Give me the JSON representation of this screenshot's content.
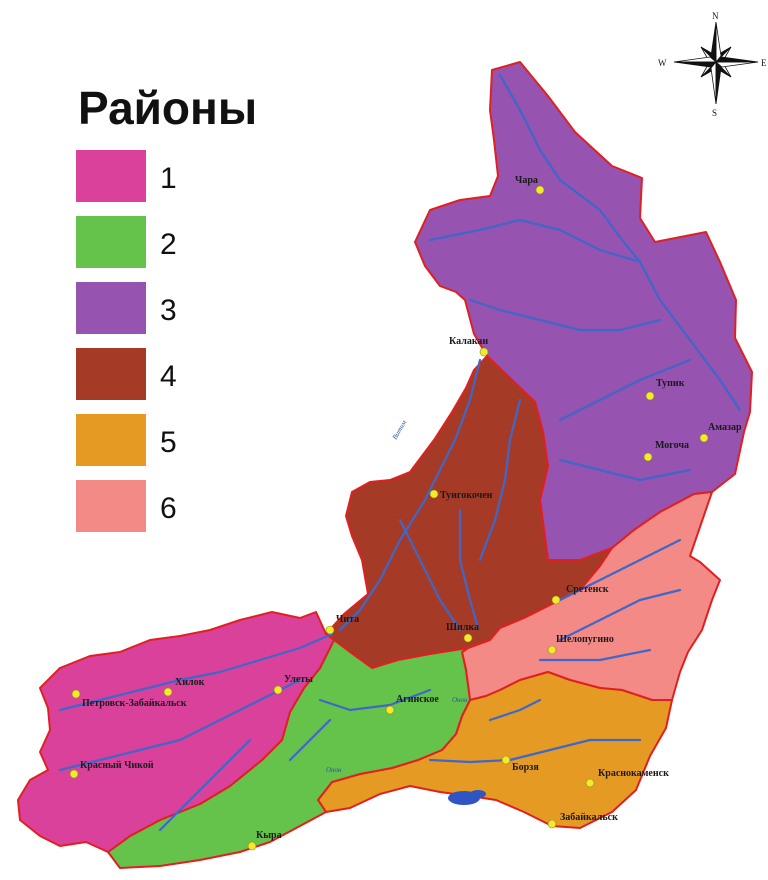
{
  "legend": {
    "title": "Районы",
    "items": [
      {
        "label": "1",
        "color": "#d9419b"
      },
      {
        "label": "2",
        "color": "#65c24a"
      },
      {
        "label": "3",
        "color": "#9653b0"
      },
      {
        "label": "4",
        "color": "#a53b26"
      },
      {
        "label": "5",
        "color": "#e59a23"
      },
      {
        "label": "6",
        "color": "#f38a86"
      }
    ]
  },
  "compass": {
    "north": "N",
    "south": "S",
    "west": "W",
    "east": "E"
  },
  "cities": [
    {
      "name": "Чара"
    },
    {
      "name": "Калакан"
    },
    {
      "name": "Тупик"
    },
    {
      "name": "Могоча"
    },
    {
      "name": "Амазар"
    },
    {
      "name": "Тунгокочен"
    },
    {
      "name": "Сретенск"
    },
    {
      "name": "Чита"
    },
    {
      "name": "Шилка"
    },
    {
      "name": "Шелопугино"
    },
    {
      "name": "Хилок"
    },
    {
      "name": "Улеты"
    },
    {
      "name": "Петровск-Забайкальск"
    },
    {
      "name": "Агинское"
    },
    {
      "name": "Красный Чикой"
    },
    {
      "name": "Борзя"
    },
    {
      "name": "Краснокаменск"
    },
    {
      "name": "Забайкальск"
    },
    {
      "name": "Кыра"
    }
  ],
  "colors": {
    "border": "#e02020",
    "river": "#3f67c8",
    "city_dot": "#f2ea2a",
    "lake": "#2f55c5"
  }
}
